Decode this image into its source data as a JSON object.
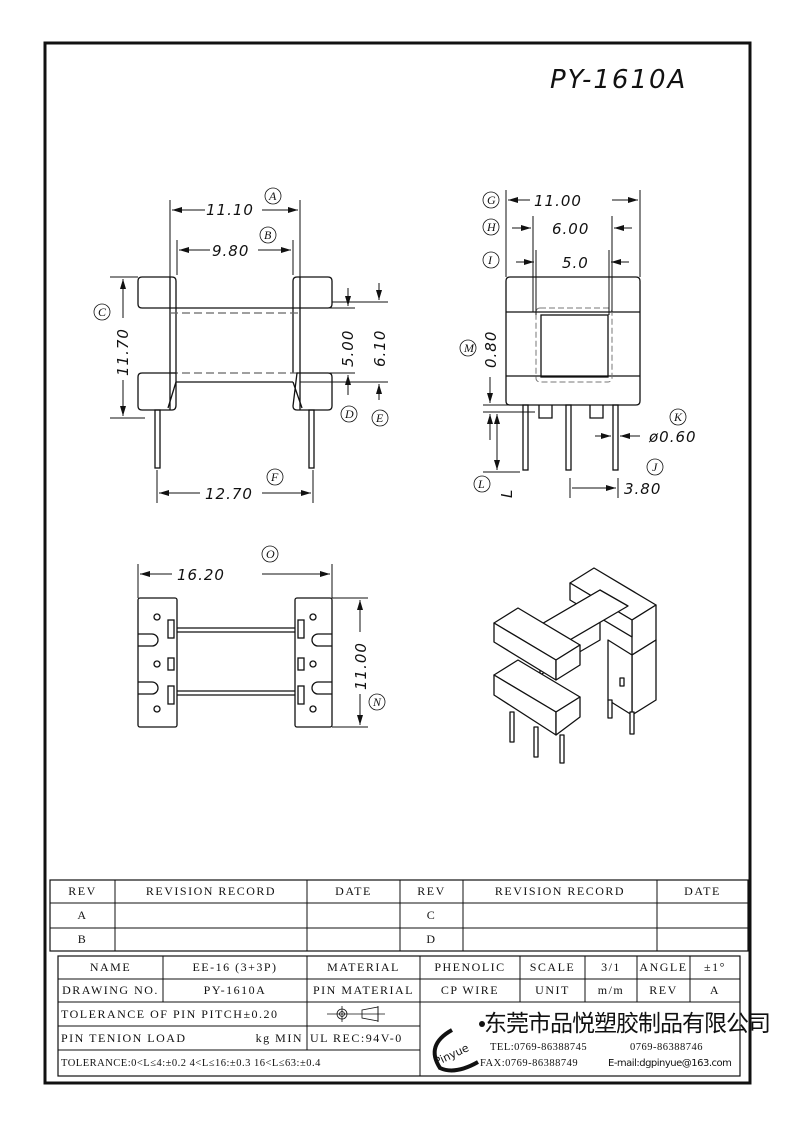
{
  "drawing_title": "PY-1610A",
  "top_view": {
    "A": {
      "tag": "A",
      "value": "11.10"
    },
    "B": {
      "tag": "B",
      "value": "9.80"
    },
    "C": {
      "tag": "C",
      "value": "11.70"
    },
    "D": {
      "tag": "D",
      "value": "5.00"
    },
    "E": {
      "tag": "E",
      "value": "6.10"
    },
    "F": {
      "tag": "F",
      "value": "12.70"
    }
  },
  "side_view": {
    "G": {
      "tag": "G",
      "value": "11.00"
    },
    "H": {
      "tag": "H",
      "value": "6.00"
    },
    "I": {
      "tag": "I",
      "value": "5.0"
    },
    "M": {
      "tag": "M",
      "value": "0.80"
    },
    "L": {
      "tag": "L",
      "value": "L"
    },
    "K": {
      "tag": "K",
      "value": "ø0.60"
    },
    "J": {
      "tag": "J",
      "value": "3.80"
    }
  },
  "bottom_view": {
    "O": {
      "tag": "O",
      "value": "16.20"
    },
    "N": {
      "tag": "N",
      "value": "11.00"
    }
  },
  "revision_table": {
    "headers": [
      "REV",
      "REVISION RECORD",
      "DATE",
      "REV",
      "REVISION RECORD",
      "DATE"
    ],
    "rows": [
      [
        "A",
        "",
        "",
        "C",
        "",
        ""
      ],
      [
        "B",
        "",
        "",
        "D",
        "",
        ""
      ]
    ]
  },
  "title_block": {
    "name_label": "NAME",
    "name_value": "EE-16 (3+3P)",
    "material_label": "MATERIAL",
    "material_value": "PHENOLIC",
    "scale_label": "SCALE",
    "scale_value": "3/1",
    "angle_label": "ANGLE",
    "angle_value": "±1°",
    "drawing_no_label": "DRAWING NO.",
    "drawing_no_value": "PY-1610A",
    "pin_material_label": "PIN MATERIAL",
    "pin_material_value": "CP WIRE",
    "unit_label": "UNIT",
    "unit_value": "m/m",
    "rev_label": "REV",
    "rev_value": "A",
    "pin_pitch_tolerance": "TOLERANCE OF PIN PITCH±0.20",
    "pin_load_label": "PIN TENION LOAD",
    "pin_load_unit": "kg MIN",
    "ul_rec": "UL REC:94V-0",
    "tolerance": "TOLERANCE:0<L≤4:±0.2  4<L≤16:±0.3  16<L≤63:±0.4"
  },
  "company": {
    "logo_text": "Pinyue",
    "name": "东莞市品悦塑胶制品有限公司",
    "tel": "TEL:0769-86388745",
    "tel2": "0769-86388746",
    "fax": "FAX:0769-86388749",
    "email": "E-mail:dgpinyue@163.com"
  },
  "colors": {
    "line": "#111111",
    "background": "#ffffff"
  }
}
